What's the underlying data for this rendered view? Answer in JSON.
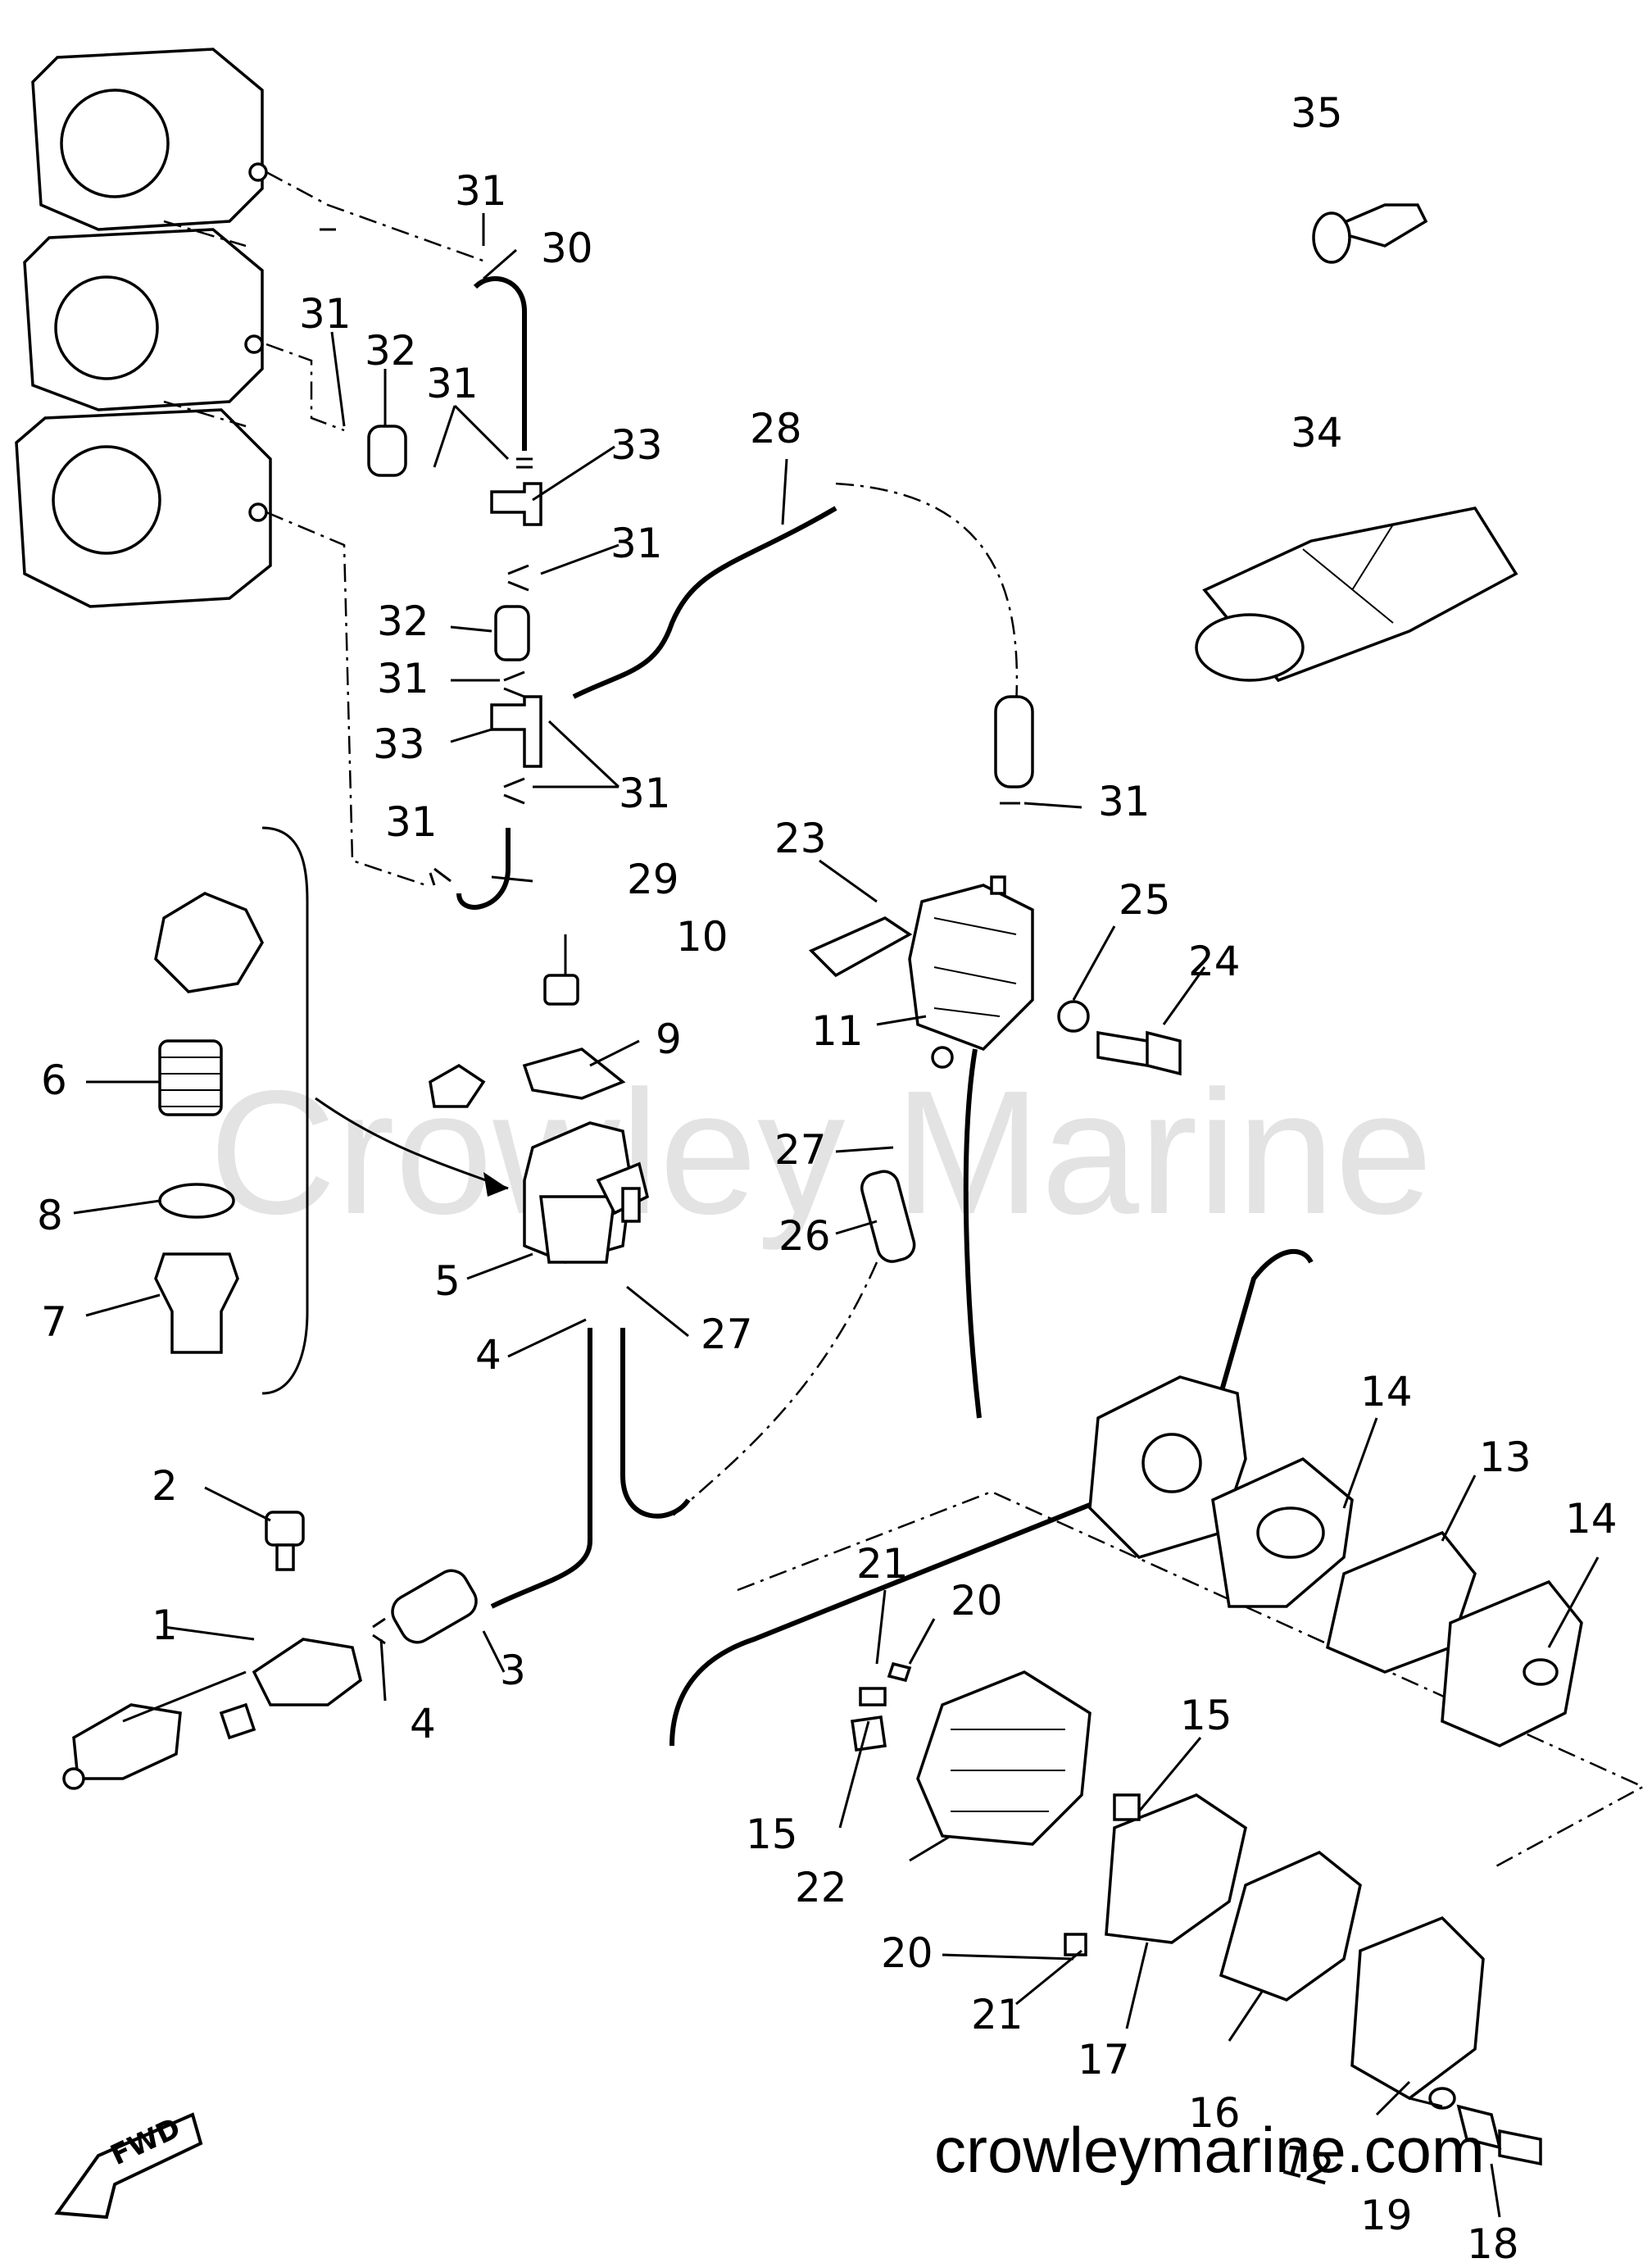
{
  "watermark": "Crowley Marine",
  "footer": "crowleymarine.com",
  "fwd_label": "FWD",
  "labels": {
    "p1": "1",
    "p2": "2",
    "p3": "3",
    "p4a": "4",
    "p4b": "4",
    "p5": "5",
    "p6": "6",
    "p7": "7",
    "p8": "8",
    "p9": "9",
    "p10": "10",
    "p11": "11",
    "p12": "12",
    "p13": "13",
    "p14a": "14",
    "p14b": "14",
    "p15a": "15",
    "p15b": "15",
    "p16": "16",
    "p17": "17",
    "p18": "18",
    "p19": "19",
    "p20a": "20",
    "p20b": "20",
    "p21a": "21",
    "p21b": "21",
    "p22": "22",
    "p23": "23",
    "p24": "24",
    "p25": "25",
    "p26": "26",
    "p27a": "27",
    "p27b": "27",
    "p28": "28",
    "p29": "29",
    "p30": "30",
    "p31a": "31",
    "p31b": "31",
    "p31c": "31",
    "p31d": "31",
    "p31e": "31",
    "p31f": "31",
    "p31g": "31",
    "p31h": "31",
    "p32a": "32",
    "p32b": "32",
    "p33a": "33",
    "p33b": "33",
    "p34": "34",
    "p35": "35"
  }
}
